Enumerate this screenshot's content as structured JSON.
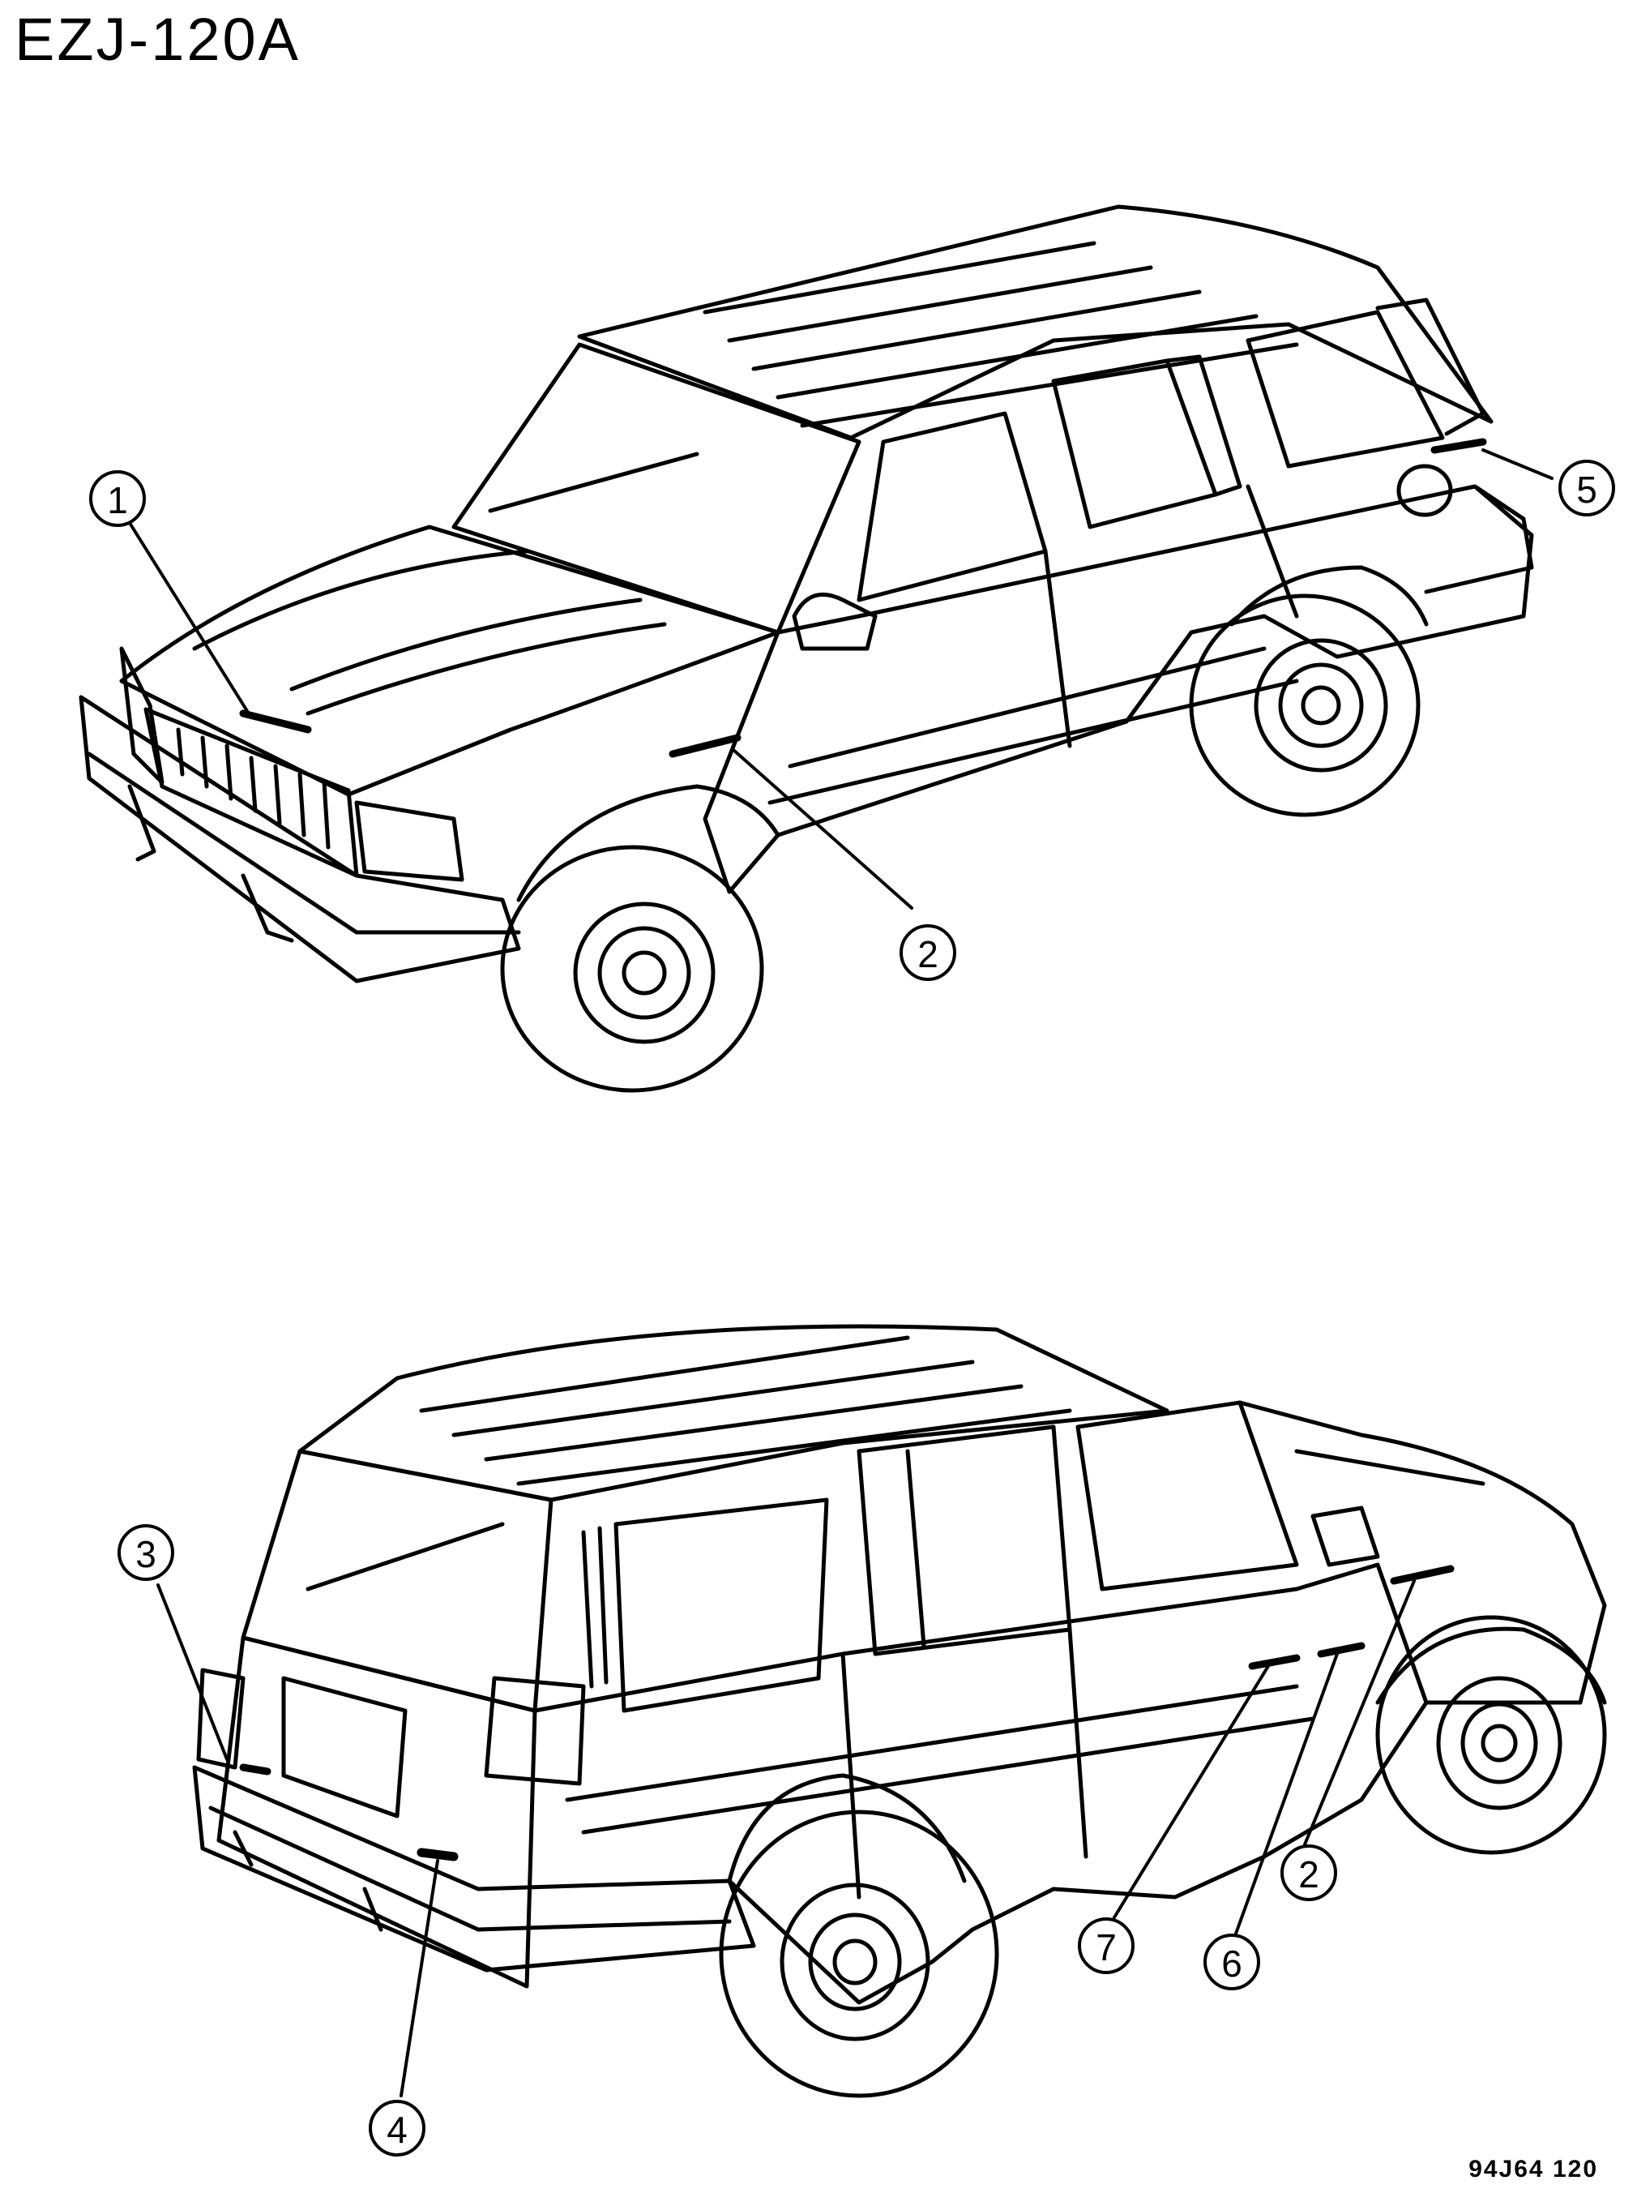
{
  "diagram": {
    "code": "EZJ-120A",
    "ref": "94J64  120",
    "callouts": [
      {
        "id": "c1",
        "num": "1"
      },
      {
        "id": "c2a",
        "num": "2"
      },
      {
        "id": "c5",
        "num": "5"
      },
      {
        "id": "c3",
        "num": "3"
      },
      {
        "id": "c4",
        "num": "4"
      },
      {
        "id": "c7",
        "num": "7"
      },
      {
        "id": "c6",
        "num": "6"
      },
      {
        "id": "c2b",
        "num": "2"
      }
    ]
  }
}
